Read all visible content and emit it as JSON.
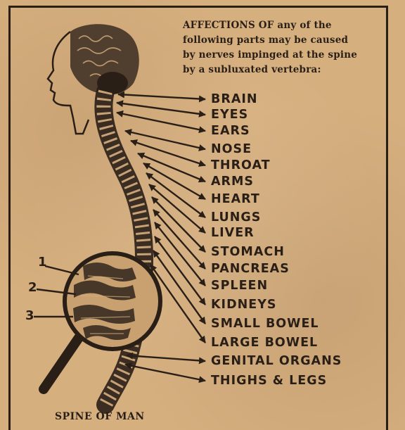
{
  "header": {
    "lines": [
      "AFFECTIONS OF any of the",
      "following parts may be caused",
      "by nerves impinged at the spine",
      "by a subluxated vertebra:"
    ]
  },
  "organs": [
    "BRAIN",
    "EYES",
    "EARS",
    "NOSE",
    "THROAT",
    "ARMS",
    "HEART",
    "LUNGS",
    "LIVER",
    "STOMACH",
    "PANCREAS",
    "SPLEEN",
    "KIDNEYS",
    "SMALL BOWEL",
    "LARGE BOWEL",
    "GENITAL ORGANS",
    "THIGHS & LEGS"
  ],
  "magnifier_labels": [
    "1",
    "2",
    "3"
  ],
  "caption": "SPINE OF MAN",
  "colors": {
    "paper": "#d6af7f",
    "ink": "#2a1f17"
  }
}
